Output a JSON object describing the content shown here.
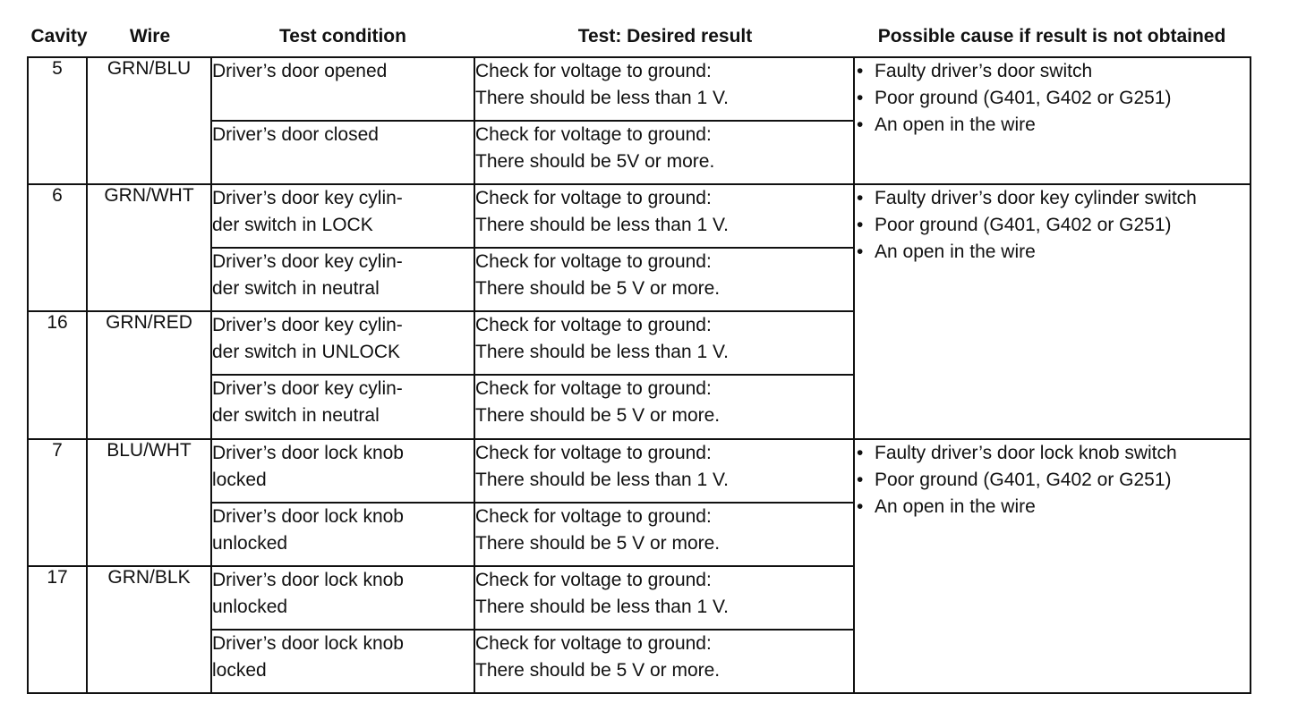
{
  "headers": {
    "cavity": "Cavity",
    "wire": "Wire",
    "test_condition": "Test condition",
    "desired_result": "Test: Desired result",
    "possible_cause": "Possible cause if result is not obtained"
  },
  "groups": [
    {
      "cavity": "5",
      "wire": "GRN/BLU",
      "rows": [
        {
          "condition": [
            "Driver’s door opened",
            ""
          ],
          "result": [
            "Check for voltage to ground:",
            "There should be less than 1 V."
          ]
        },
        {
          "condition": [
            "Driver’s door closed",
            ""
          ],
          "result": [
            "Check for voltage to ground:",
            "There should be 5V or more."
          ]
        }
      ]
    },
    {
      "cavity": "6",
      "wire": "GRN/WHT",
      "rows": [
        {
          "condition": [
            "Driver’s door key cylin-",
            "der switch in LOCK"
          ],
          "result": [
            "Check for voltage to ground:",
            "There should be less than 1 V."
          ]
        },
        {
          "condition": [
            "Driver’s door key cylin-",
            "der switch in neutral"
          ],
          "result": [
            "Check for voltage to ground:",
            "There should be 5 V or more."
          ]
        }
      ]
    },
    {
      "cavity": "16",
      "wire": "GRN/RED",
      "rows": [
        {
          "condition": [
            "Driver’s door key cylin-",
            "der switch in UNLOCK"
          ],
          "result": [
            "Check for voltage to ground:",
            "There should be less than 1 V."
          ]
        },
        {
          "condition": [
            "Driver’s door key cylin-",
            "der switch in neutral"
          ],
          "result": [
            "Check for voltage to ground:",
            "There should be 5 V or more."
          ]
        }
      ]
    },
    {
      "cavity": "7",
      "wire": "BLU/WHT",
      "rows": [
        {
          "condition": [
            "Driver’s door lock knob",
            "locked"
          ],
          "result": [
            "Check for voltage to ground:",
            "There should be less than 1 V."
          ]
        },
        {
          "condition": [
            "Driver’s door lock knob",
            "unlocked"
          ],
          "result": [
            "Check for voltage to ground:",
            "There should be 5 V or more."
          ]
        }
      ]
    },
    {
      "cavity": "17",
      "wire": "GRN/BLK",
      "rows": [
        {
          "condition": [
            "Driver’s door lock knob",
            "unlocked"
          ],
          "result": [
            "Check for voltage to ground:",
            "There should be less than 1 V."
          ]
        },
        {
          "condition": [
            "Driver’s door lock knob",
            "locked"
          ],
          "result": [
            "Check for voltage to ground:",
            "There should be 5 V or more."
          ]
        }
      ]
    }
  ],
  "causes": [
    [
      "Faulty driver’s door switch",
      "Poor ground (G401, G402 or G251)",
      "An open in the wire"
    ],
    [
      "Faulty driver’s door key cylinder switch",
      "Poor ground (G401, G402 or G251)",
      "An open in the wire"
    ],
    [
      "Faulty driver’s door lock knob switch",
      "Poor ground (G401, G402 or G251)",
      "An open in the wire"
    ]
  ]
}
